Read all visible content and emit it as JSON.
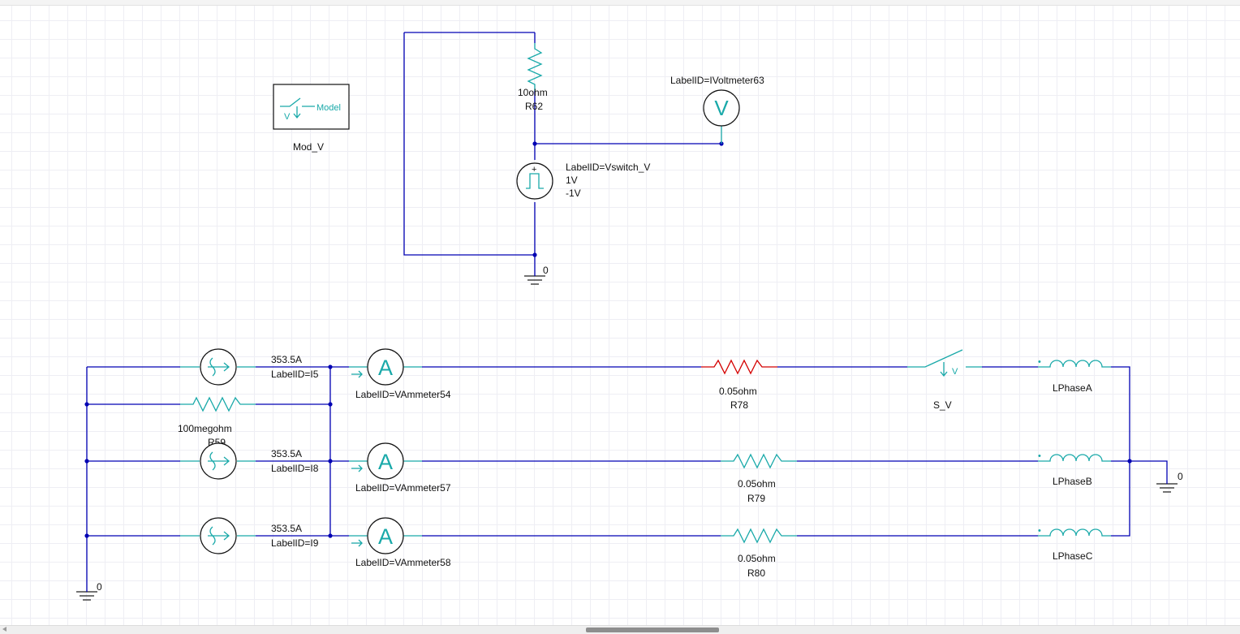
{
  "model_block": {
    "type_label": "Model",
    "glyph": "V",
    "name": "Mod_V"
  },
  "top_circuit": {
    "resistor": {
      "value": "10ohm",
      "name": "R62"
    },
    "voltmeter": {
      "label": "LabelID=IVoltmeter63",
      "symbol": "V"
    },
    "pulse_source": {
      "label": "LabelID=Vswitch_V",
      "v1": "1V",
      "v2": "-1V",
      "plus": "+"
    },
    "ground": {
      "node": "0"
    }
  },
  "bottom_circuit": {
    "current_sources": [
      {
        "value": "353.5A",
        "label": "LabelID=I5"
      },
      {
        "value": "353.5A",
        "label": "LabelID=I8"
      },
      {
        "value": "353.5A",
        "label": "LabelID=I9"
      }
    ],
    "shunt_resistor": {
      "value": "100megohm",
      "name": "R59"
    },
    "ammeters": [
      {
        "label": "LabelID=VAmmeter54",
        "symbol": "A"
      },
      {
        "label": "LabelID=VAmmeter57",
        "symbol": "A"
      },
      {
        "label": "LabelID=VAmmeter58",
        "symbol": "A"
      }
    ],
    "line_resistors": [
      {
        "value": "0.05ohm",
        "name": "R78"
      },
      {
        "value": "0.05ohm",
        "name": "R79"
      },
      {
        "value": "0.05ohm",
        "name": "R80"
      }
    ],
    "switch": {
      "name": "S_V",
      "glyph": "V"
    },
    "inductors": [
      {
        "name": "LPhaseA",
        "mark": "•"
      },
      {
        "name": "LPhaseB",
        "mark": "•"
      },
      {
        "name": "LPhaseC",
        "mark": "•"
      }
    ],
    "ground_left": {
      "node": "0"
    },
    "ground_right": {
      "node": "0"
    }
  },
  "colors": {
    "wire": "#0000b3",
    "component": "#19a9a9",
    "selected_component": "#d40000",
    "grid": "#eeeef4"
  }
}
